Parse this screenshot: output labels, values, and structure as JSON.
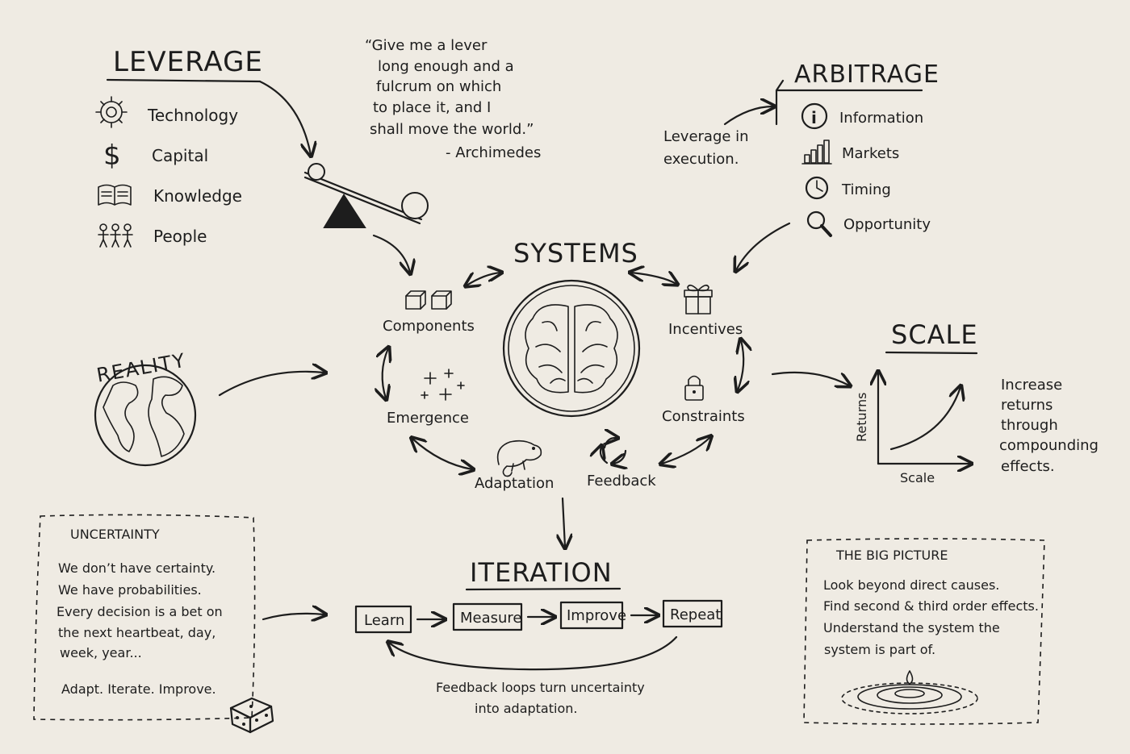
{
  "leverage": {
    "title": "LEVERAGE",
    "items": [
      {
        "label": "Technology",
        "icon": "gear-icon"
      },
      {
        "label": "Capital",
        "icon": "dollar-icon"
      },
      {
        "label": "Knowledge",
        "icon": "book-icon"
      },
      {
        "label": "People",
        "icon": "people-icon"
      }
    ]
  },
  "quote": {
    "lines": [
      "“Give me a lever",
      "long enough and a",
      "fulcrum on which",
      "to place it, and I",
      "shall move the world.”"
    ],
    "author": "- Archimedes"
  },
  "arbitrage": {
    "title": "ARBITRAGE",
    "note_lines": [
      "Leverage in",
      "execution."
    ],
    "items": [
      {
        "label": "Information",
        "icon": "info-icon"
      },
      {
        "label": "Markets",
        "icon": "bar-chart-icon"
      },
      {
        "label": "Timing",
        "icon": "clock-icon"
      },
      {
        "label": "Opportunity",
        "icon": "magnifier-icon"
      }
    ]
  },
  "systems": {
    "title": "SYSTEMS",
    "nodes": {
      "components": "Components",
      "emergence": "Emergence",
      "adaptation": "Adaptation",
      "feedback": "Feedback",
      "constraints": "Constraints",
      "incentives": "Incentives"
    }
  },
  "reality": {
    "title": "REALITY"
  },
  "scale": {
    "title": "SCALE",
    "xlabel": "Scale",
    "ylabel": "Returns",
    "note_lines": [
      "Increase",
      "returns",
      "through",
      "compounding",
      "effects."
    ]
  },
  "iteration": {
    "title": "ITERATION",
    "steps": [
      "Learn",
      "Measure",
      "Improve",
      "Repeat"
    ],
    "caption_lines": [
      "Feedback loops turn uncertainty",
      "into adaptation."
    ]
  },
  "uncertainty": {
    "title": "UNCERTAINTY",
    "lines": [
      "We don’t have certainty.",
      "We have probabilities.",
      "Every decision is a bet on",
      "the next heartbeat, day,",
      "week, year..."
    ],
    "closing": "Adapt. Iterate. Improve."
  },
  "big_picture": {
    "title": "THE BIG PICTURE",
    "lines": [
      "Look beyond direct causes.",
      "Find second & third order effects.",
      "Understand the system the",
      "system is part of."
    ]
  }
}
